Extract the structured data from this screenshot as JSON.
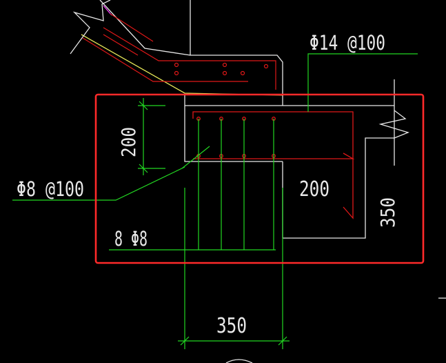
{
  "labels": {
    "top_rebar": "Φ14 @100",
    "stirrup": "Φ8 @100",
    "bottom_bars": "8 Φ8",
    "dim_left_200": "200",
    "dim_center_200": "200",
    "dim_right_350": "350",
    "dim_bottom_350": "350"
  },
  "colors": {
    "background": "#000000",
    "highlight_box": "#ff2a2a",
    "rebar_red": "#e01818",
    "dimension_green": "#22d822",
    "concrete_white": "#e8e8e8",
    "stair_yellow": "#e6e658",
    "accent_magenta": "#ff40ff"
  }
}
